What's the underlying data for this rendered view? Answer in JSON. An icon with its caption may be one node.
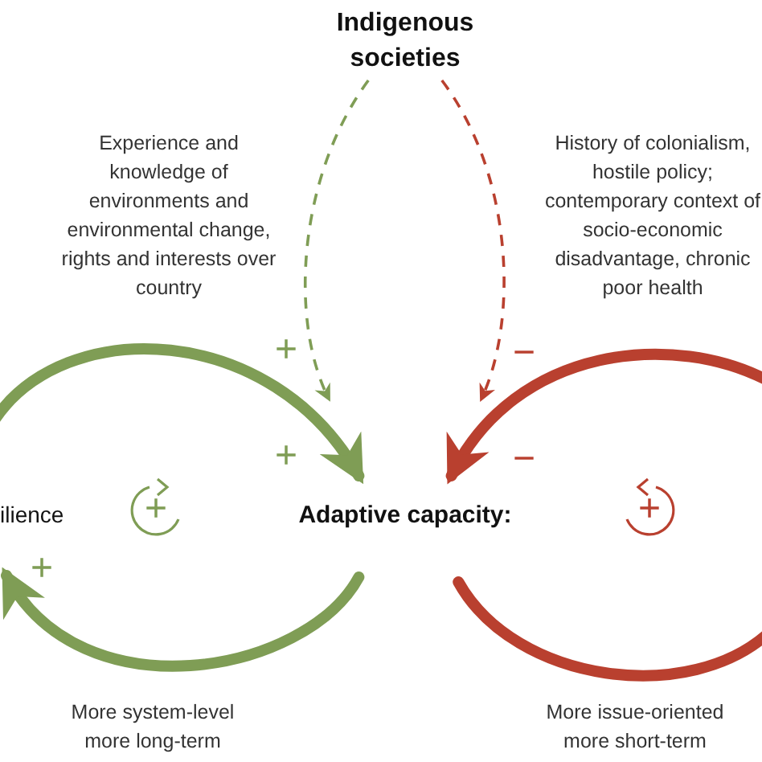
{
  "diagram": {
    "nodes": [
      {
        "text": [
          "Indigenous societies"
        ]
      },
      {
        "text": [
          "Adaptive capacity:"
        ]
      },
      {
        "text": [
          "ilience"
        ]
      }
    ],
    "edges": [
      {
        "from": 0,
        "to": 1,
        "arrow": "to",
        "style": "dashed",
        "color": "#7f9d55"
      },
      {
        "from": 0,
        "to": 1,
        "arrow": "to",
        "style": "dashed",
        "color": "#b9402f"
      },
      {
        "from": 2,
        "to": 1,
        "arrow": "to",
        "color": "#7f9d55"
      },
      {
        "from": null,
        "to": 1,
        "arrow": "to",
        "color": "#b9402f"
      },
      {
        "from": 1,
        "to": 2,
        "arrow": "to",
        "color": "#7f9d55"
      },
      {
        "from": 1,
        "to": null,
        "arrow": "none",
        "color": "#b9402f"
      }
    ],
    "labels": [
      "Experience and knowledge of environments and environmental change, rights and interests over country",
      "History of colonialism, hostile policy; contemporary context of socio-economic disadvantage, chronic poor health",
      "+",
      "−",
      "+",
      "−",
      "+",
      "+",
      "+",
      "More system-level more long-term",
      "More issue-oriented more short-term"
    ]
  }
}
